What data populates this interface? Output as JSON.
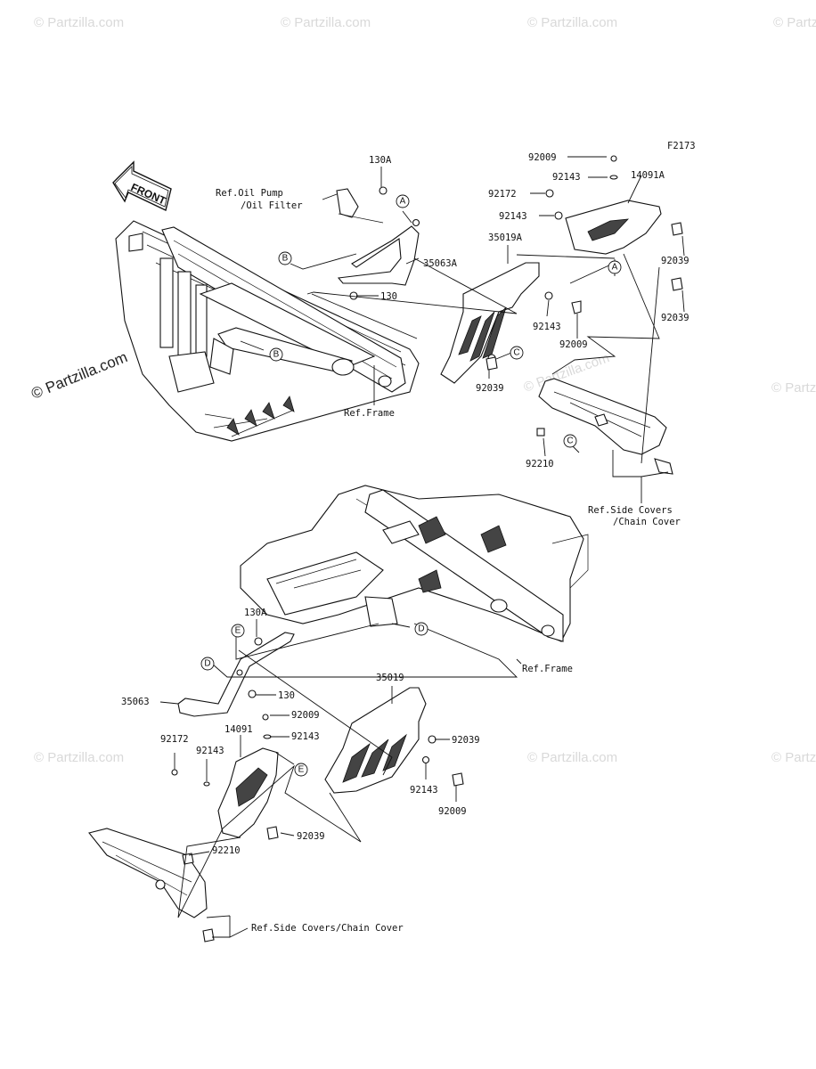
{
  "figure_code": "F2173",
  "front_arrow": "FRONT",
  "watermarks": {
    "small": "© Partzilla.com",
    "large": "© Partzilla.com"
  },
  "upper": {
    "refs": {
      "oil_pump_line1": "Ref.Oil Pump",
      "oil_pump_line2": "/Oil Filter",
      "frame": "Ref.Frame",
      "side_covers_line1": "Ref.Side Covers",
      "side_covers_line2": "/Chain Cover"
    },
    "parts": {
      "p130A": "130A",
      "p35063A": "35063A",
      "p130": "130",
      "p35019A": "35019A",
      "p92039_a": "92039",
      "p92143_a": "92143",
      "p92009_a": "92009",
      "p92009_top": "92009",
      "p92143_top": "92143",
      "p14091A": "14091A",
      "p92172": "92172",
      "p92143_b": "92143",
      "p92039_r1": "92039",
      "p92039_r2": "92039",
      "p92210": "92210"
    },
    "callouts": {
      "a1": "A",
      "a2": "A",
      "b1": "B",
      "b2": "B",
      "c1": "C",
      "c2": "C"
    }
  },
  "lower": {
    "refs": {
      "frame": "Ref.Frame",
      "side_covers": "Ref.Side Covers/Chain Cover"
    },
    "parts": {
      "p130A": "130A",
      "p130": "130",
      "p35063": "35063",
      "p35019": "35019",
      "p92009_a": "92009",
      "p92143_a": "92143",
      "p92039_a": "92039",
      "p92143_b": "92143",
      "p92009_b": "92009",
      "p14091": "14091",
      "p92172": "92172",
      "p92143_c": "92143",
      "p92039_b": "92039",
      "p92210": "92210"
    },
    "callouts": {
      "d1": "D",
      "d2": "D",
      "e1": "E",
      "e2": "E"
    }
  }
}
